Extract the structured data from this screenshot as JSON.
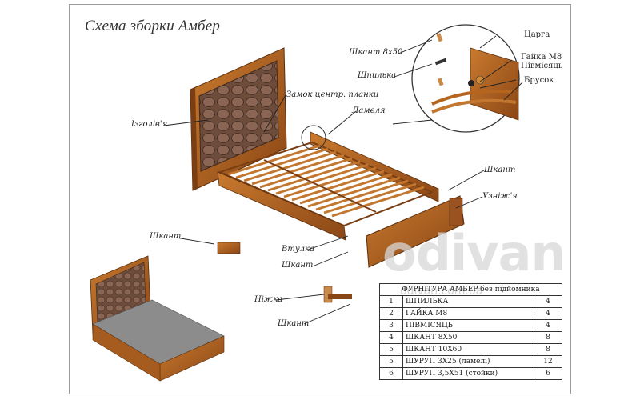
{
  "title": "Схема зборки Амбер",
  "labels": {
    "headboard": "Ізголів'я",
    "lock": "Замок центр. планки",
    "lamel": "Ламеля",
    "dowel_8x50": "Шкант 8х50",
    "pin": "Шпилька",
    "rail": "Царга",
    "nut": "Гайка М8",
    "half_moon": "Півмісяць",
    "bar": "Брусок",
    "dowel_right": "Шкант",
    "footboard": "Узніжʼя",
    "dowel_left": "Шкант",
    "bushing": "Втулка",
    "dowel_mid": "Шкант",
    "leg": "Ніжка",
    "dowel_bottom": "Шкант"
  },
  "watermark": {
    "main": "odivan",
    "sub": "odivan.com.ua"
  },
  "table": {
    "caption": "ФУРНІТУРА АМБЕР без підйомника",
    "rows": [
      {
        "n": "1",
        "name": "ШПИЛЬКА",
        "qty": "4"
      },
      {
        "n": "2",
        "name": "ГАЙКА М8",
        "qty": "4"
      },
      {
        "n": "3",
        "name": "ПІВМІСЯЦЬ",
        "qty": "4"
      },
      {
        "n": "4",
        "name": "ШКАНТ 8Х50",
        "qty": "8"
      },
      {
        "n": "5",
        "name": "ШКАНТ 10Х60",
        "qty": "8"
      },
      {
        "n": "5",
        "name": "ШУРУП 3Х25 (ламелі)",
        "qty": "12"
      },
      {
        "n": "6",
        "name": "ШУРУП 3,5Х51 (стойки)",
        "qty": "6"
      }
    ]
  },
  "colors": {
    "wood": "#b5651d",
    "wood_dark": "#7a3e12",
    "leather": "#6b4a3a",
    "mattress": "#8c8c8c"
  }
}
